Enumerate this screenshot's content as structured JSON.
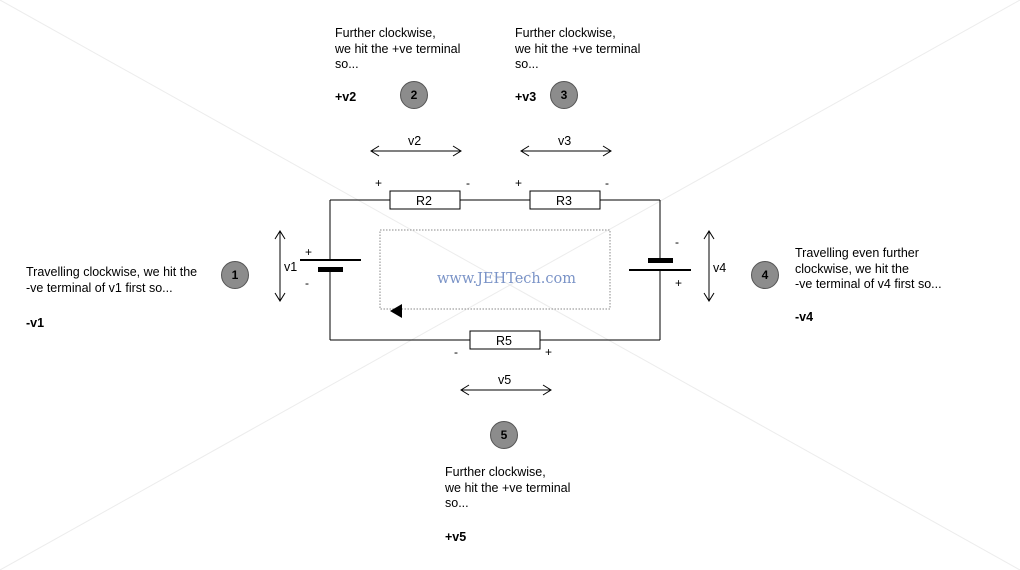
{
  "notes": {
    "n1": {
      "lines": [
        "Travelling clockwise, we hit the",
        "-ve terminal of v1 first so..."
      ],
      "result": "-v1",
      "badge": "1"
    },
    "n2": {
      "lines": [
        "Further clockwise,",
        "we hit the +ve terminal",
        "so..."
      ],
      "result": "+v2",
      "badge": "2"
    },
    "n3": {
      "lines": [
        "Further clockwise,",
        "we hit the +ve terminal",
        "so..."
      ],
      "result": "+v3",
      "badge": "3"
    },
    "n4": {
      "lines": [
        "Travelling even further",
        "clockwise, we hit the",
        "-ve terminal of v4 first so..."
      ],
      "result": "-v4",
      "badge": "4"
    },
    "n5": {
      "lines": [
        "Further clockwise,",
        "we hit the +ve terminal",
        "so..."
      ],
      "result": "+v5",
      "badge": "5"
    }
  },
  "components": {
    "r2": "R2",
    "r3": "R3",
    "r5": "R5",
    "v1": "v1",
    "v2": "v2",
    "v3": "v3",
    "v4": "v4",
    "v5": "v5"
  },
  "signs": {
    "plus": "+",
    "minus": "-"
  },
  "watermark": "www.JEHTech.com"
}
